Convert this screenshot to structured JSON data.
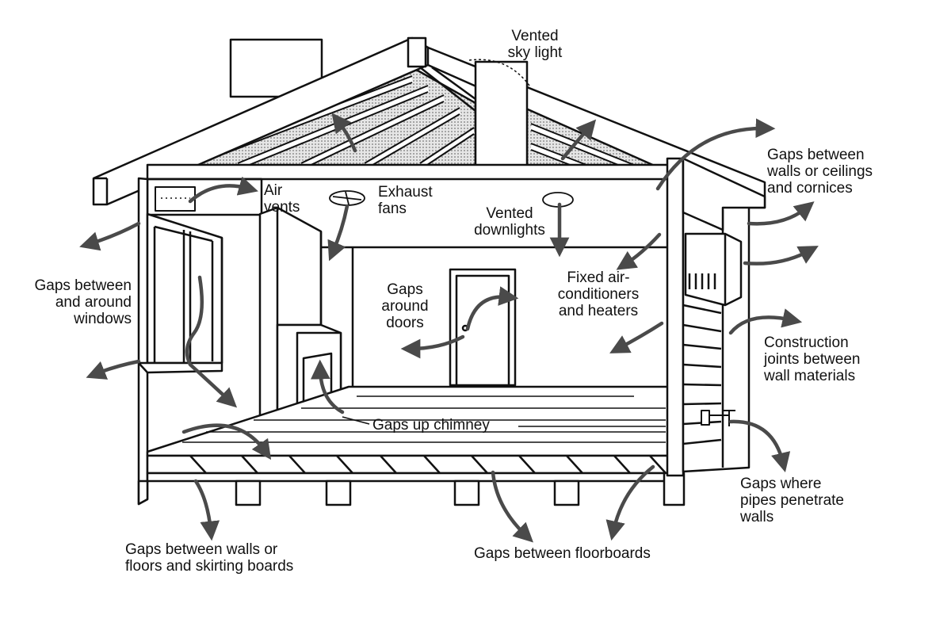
{
  "labels": {
    "vented_sky_light": "Vented\nsky light",
    "air_vents": "Air\nvents",
    "exhaust_fans": "Exhaust\nfans",
    "vented_downlights": "Vented\ndownlights",
    "gaps_walls_ceilings_cornices": "Gaps between\nwalls or ceilings\nand cornices",
    "gaps_windows": "Gaps between\nand around\nwindows",
    "gaps_doors": "Gaps\naround\ndoors",
    "fixed_air_conditioners": "Fixed air-\nconditioners\nand heaters",
    "construction_joints": "Construction\njoints between\nwall materials",
    "gaps_chimney": "Gaps up chimney",
    "gaps_pipes": "Gaps where\npipes penetrate\nwalls",
    "gaps_skirting": "Gaps between walls or\nfloors and skirting boards",
    "gaps_floorboards": "Gaps between floorboards"
  },
  "colors": {
    "line": "#111111",
    "arrow": "#4a4a4a",
    "hatch": "#8c8c8c"
  }
}
